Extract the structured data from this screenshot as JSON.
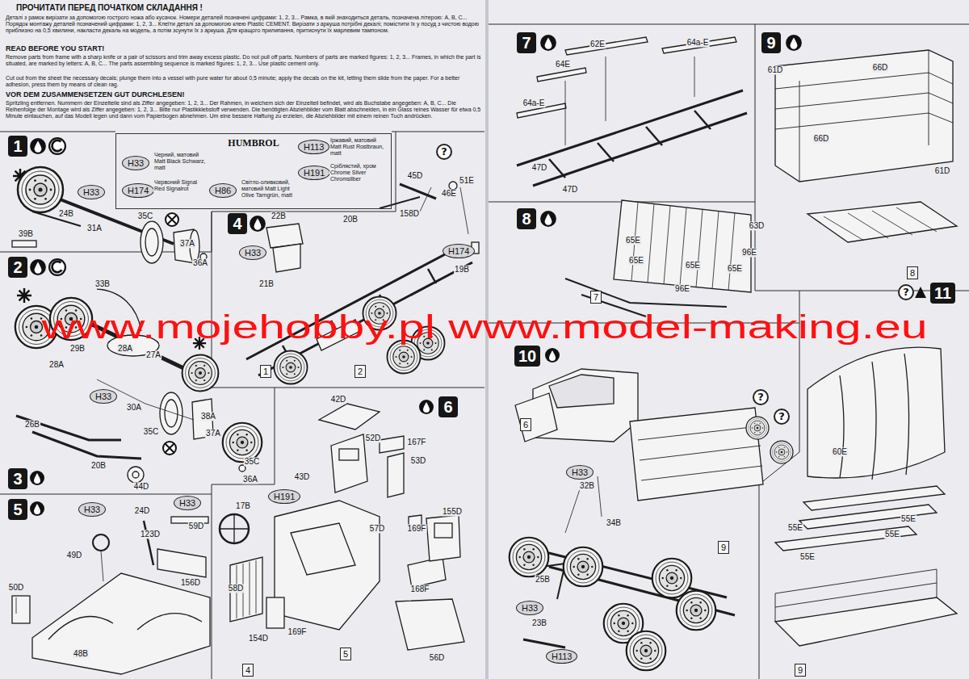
{
  "diagram": {
    "title": "ПРОЧИТАТИ ПЕРЕД ПОЧАТКОМ СКЛАДАННЯ !",
    "nodes": [
      {
        "text": [
          "HUMBROL"
        ]
      },
      {
        "text": [
          "H33"
        ],
        "in": 0
      },
      {
        "text": [
          "H174"
        ],
        "in": 0
      },
      {
        "text": [
          "H113"
        ],
        "in": 0
      },
      {
        "text": [
          "H86"
        ],
        "in": 0
      },
      {
        "text": [
          "H191"
        ],
        "in": 0
      },
      {
        "text": [
          "1"
        ]
      },
      {
        "text": [
          "2"
        ]
      },
      {
        "text": [
          "3"
        ]
      },
      {
        "text": [
          "4"
        ]
      },
      {
        "text": [
          "5"
        ]
      },
      {
        "text": [
          "6"
        ]
      },
      {
        "text": [
          "7"
        ]
      },
      {
        "text": [
          "8"
        ]
      },
      {
        "text": [
          "9"
        ]
      },
      {
        "text": [
          "10"
        ]
      },
      {
        "text": [
          "11"
        ]
      },
      {
        "text": [
          "1"
        ]
      },
      {
        "text": [
          "2"
        ]
      },
      {
        "text": [
          "4"
        ]
      },
      {
        "text": [
          "5"
        ]
      },
      {
        "text": [
          "6"
        ]
      },
      {
        "text": [
          "7"
        ]
      },
      {
        "text": [
          "8"
        ]
      },
      {
        "text": [
          "9"
        ]
      },
      {
        "text": [
          "9"
        ]
      },
      {
        "text": [
          "H33"
        ]
      },
      {
        "text": [
          "H33"
        ]
      },
      {
        "text": [
          "H174"
        ]
      },
      {
        "text": [
          "H33"
        ]
      },
      {
        "text": [
          "H33"
        ]
      },
      {
        "text": [
          "H33"
        ]
      },
      {
        "text": [
          "H191"
        ]
      },
      {
        "text": [
          "H33"
        ]
      },
      {
        "text": [
          "H113"
        ]
      },
      {
        "text": [
          "H33"
        ]
      },
      {
        "text": [
          "?"
        ]
      },
      {
        "text": [
          "?"
        ]
      },
      {
        "text": [
          "?"
        ]
      },
      {
        "text": [
          "?"
        ]
      }
    ],
    "labels": [
      "Деталі з рамок вирізати за допомогою гострого ножа або кусачок. Номери деталей позначені цифрами: 1, 2, 3... Рамка, в якій знаходиться деталь, позначена літерою: A, B, C... Порядок монтажу деталей позначений цифрами: 1, 2, 3... Клеїти деталі за допомогою клею Plastic CEMENT. Вирізати з аркуша потрібні декалі; помістити їх у посуд з чистою водою приблизно на 0,5 хвилини, накласти декаль на модель, а потім зсунути їх з аркуша. Для кращого прилипання, притиснути їх марлевим тампоном.",
      "READ BEFORE YOU START!",
      "Remove parts from frame with a sharp knife or a pair of scissors and trim away excess plastic. Do not pull off parts. Numbers of parts are marked figures: 1, 2, 3... Frames, in which the part is situated, are marked by letters: A, B, C... The parts assembling sequence is marked figures: 1, 2, 3... Use plastic cement only.",
      "Cut out from the sheet the necessary decals; plunge them into a vessel with pure water for about 0,5 minute; apply the decals on the kit, letting them slide from the paper. For a better adhesion, press them by means of clean rag.",
      "VOR DEM ZUSAMMENSETZEN GUT DURCHLESEN!",
      "Spritzling entfernen. Nummern der Einzelteile sind als Ziffer angegeben: 1, 2, 3... Der Rahmen, in welchem sich der Einzelteil befindet, wird als Buchstabe angegeben: A, B, C... Die Reihenfolge der Montage wird als Ziffer angegeben: 1, 2, 3... Bitte nur Plastikklebstoff verwenden. Die benötigten Abziehbilder vom Blatt abschneiden, in ein Glass reines Wasser für etwa 0,5 Minute eintauchen, auf das Modell legen und dann vom Papierbogen abnehmen. Um eine bessere Haftung zu erzielen, die Abziehbilder mit einem reinen Tuch andrücken.",
      "Черний, матовий Matt Black Schwarz, matt",
      "Червоний Signal Red Signalrot",
      "Іржавий, матовий Matt Rust Rostbraun, matt",
      "Світло-оливковий, матовий Matt Light Olive Tarngrün, matt",
      "Сріблястий, хром Chrome Silver Chromsilber",
      "24B",
      "31A",
      "35C",
      "37A",
      "36A",
      "39B",
      "22B",
      "20B",
      "21B",
      "45D",
      "46E",
      "51E",
      "158D",
      "19B",
      "33B",
      "29B",
      "28A",
      "28A",
      "27A",
      "30A",
      "38A",
      "37A",
      "35C",
      "35C",
      "36A",
      "26B",
      "20B",
      "44D",
      "24D",
      "123D",
      "59D",
      "49D",
      "156D",
      "50D",
      "48B",
      "17B",
      "42D",
      "52D",
      "167F",
      "53D",
      "43D",
      "57D",
      "155D",
      "169F",
      "58D",
      "154D",
      "169F",
      "168F",
      "56D",
      "62E",
      "64a-E",
      "64E",
      "64a-E",
      "47D",
      "47D",
      "63D",
      "65E",
      "65E",
      "65E",
      "65E",
      "96E",
      "96E",
      "61D",
      "66D",
      "66D",
      "61D",
      "32B",
      "34B",
      "25B",
      "23B",
      "60E",
      "55E",
      "55E",
      "55E",
      "55E",
      "www.mojehobby.pl www.model-making.eu"
    ]
  }
}
